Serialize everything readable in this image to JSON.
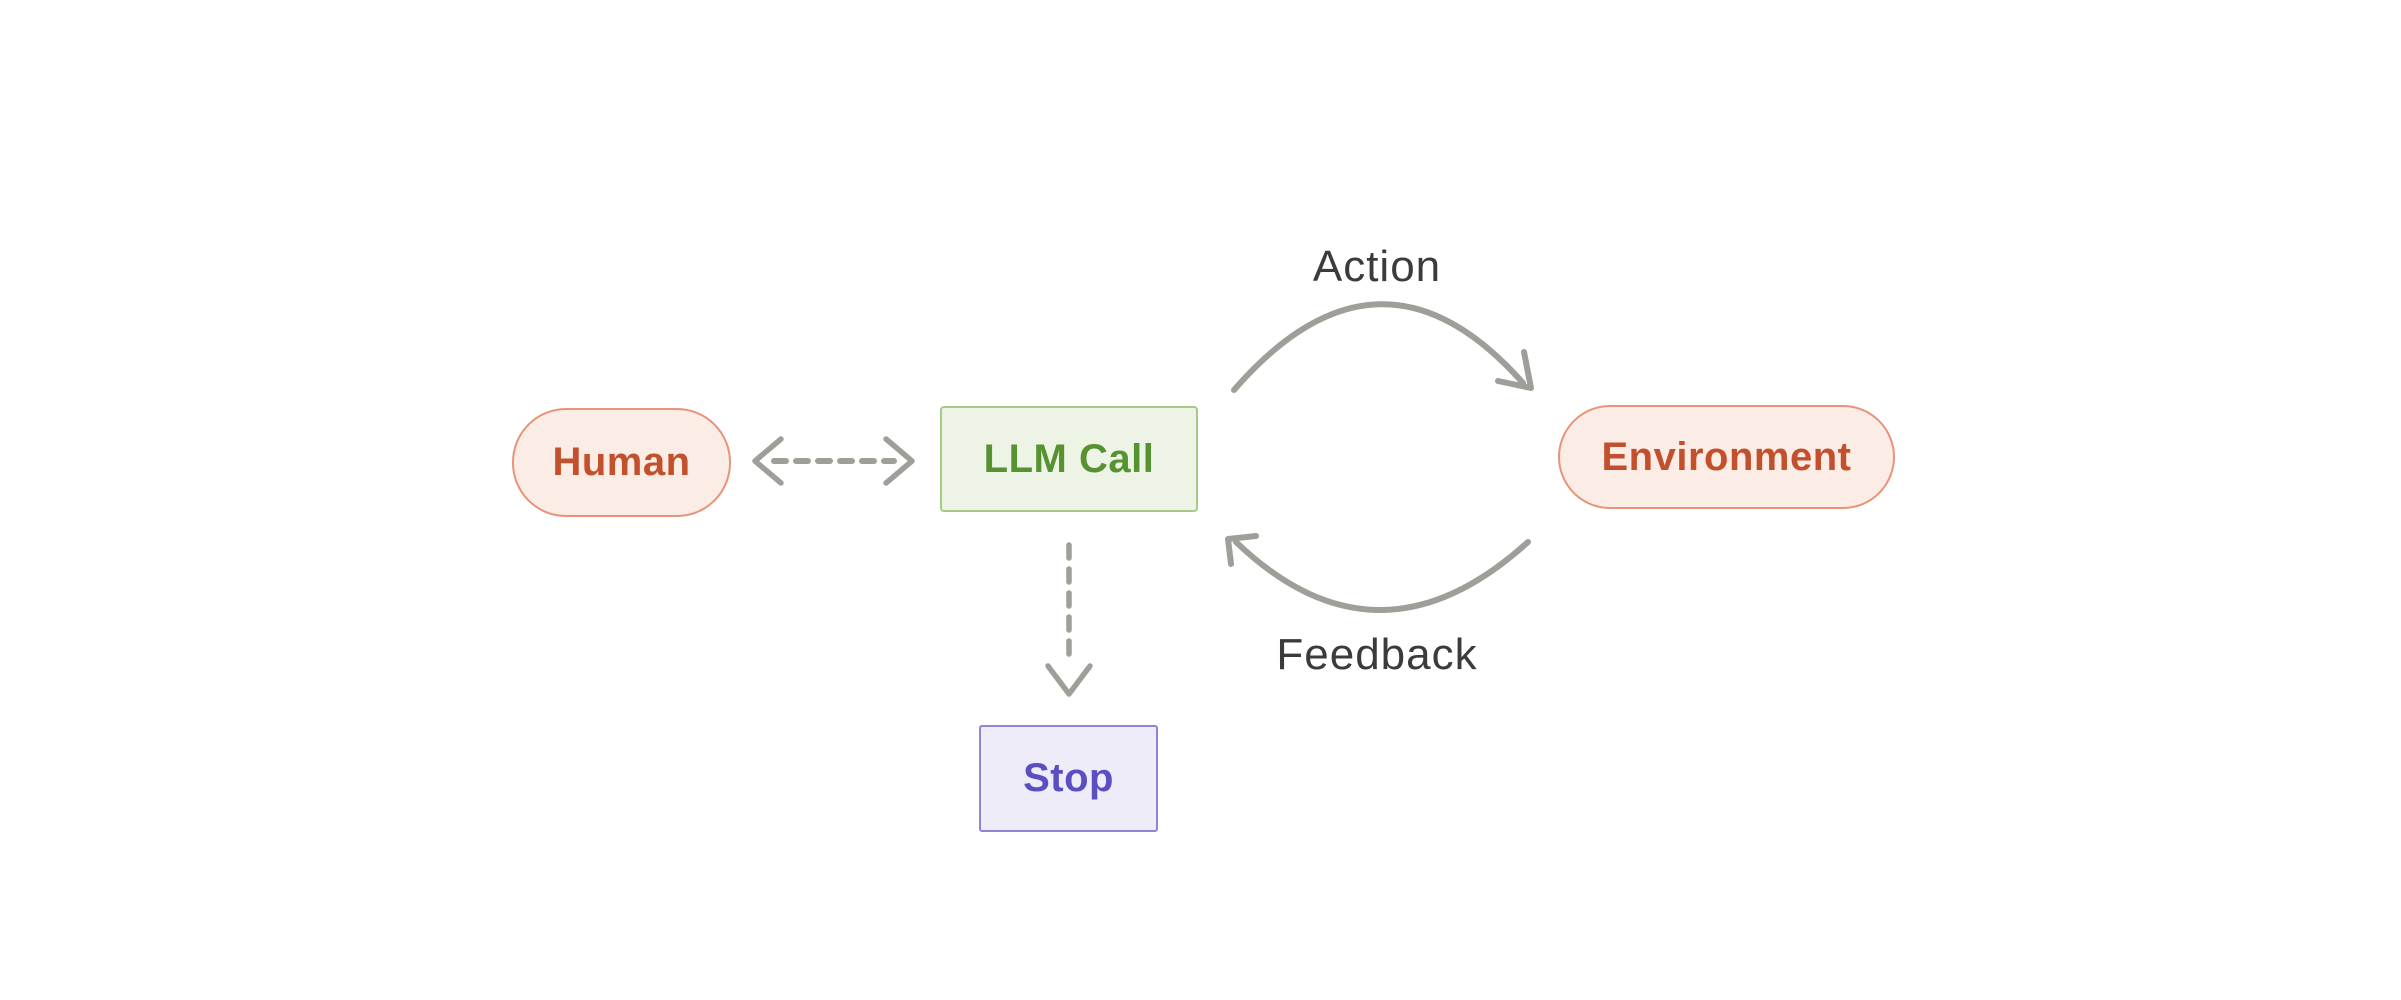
{
  "diagram": {
    "type": "flow-diagram",
    "nodes": [
      {
        "id": "human",
        "label": "Human",
        "shape": "pill",
        "fill": "#fcece6",
        "border": "#e8937a",
        "text_color": "#c2502c"
      },
      {
        "id": "llm-call",
        "label": "LLM Call",
        "shape": "rectangle",
        "fill": "#edf4e6",
        "border": "#a6cb89",
        "text_color": "#579231"
      },
      {
        "id": "environment",
        "label": "Environment",
        "shape": "pill",
        "fill": "#fcece6",
        "border": "#e8937a",
        "text_color": "#c2502c"
      },
      {
        "id": "stop",
        "label": "Stop",
        "shape": "rectangle",
        "fill": "#edecf8",
        "border": "#8d85d6",
        "text_color": "#5b4ec2"
      }
    ],
    "edges": [
      {
        "from": "human",
        "to": "llm-call",
        "style": "dashed",
        "arrows": "both",
        "label": ""
      },
      {
        "from": "llm-call",
        "to": "stop",
        "style": "dashed",
        "arrows": "forward",
        "label": ""
      },
      {
        "from": "llm-call",
        "to": "environment",
        "style": "solid-curve",
        "arrows": "forward",
        "label": "Action"
      },
      {
        "from": "environment",
        "to": "llm-call",
        "style": "solid-curve",
        "arrows": "forward",
        "label": "Feedback"
      }
    ],
    "colors": {
      "background": "#ffffff",
      "arrow": "#9f9f99",
      "edge_label_text": "#3b3b39"
    }
  }
}
